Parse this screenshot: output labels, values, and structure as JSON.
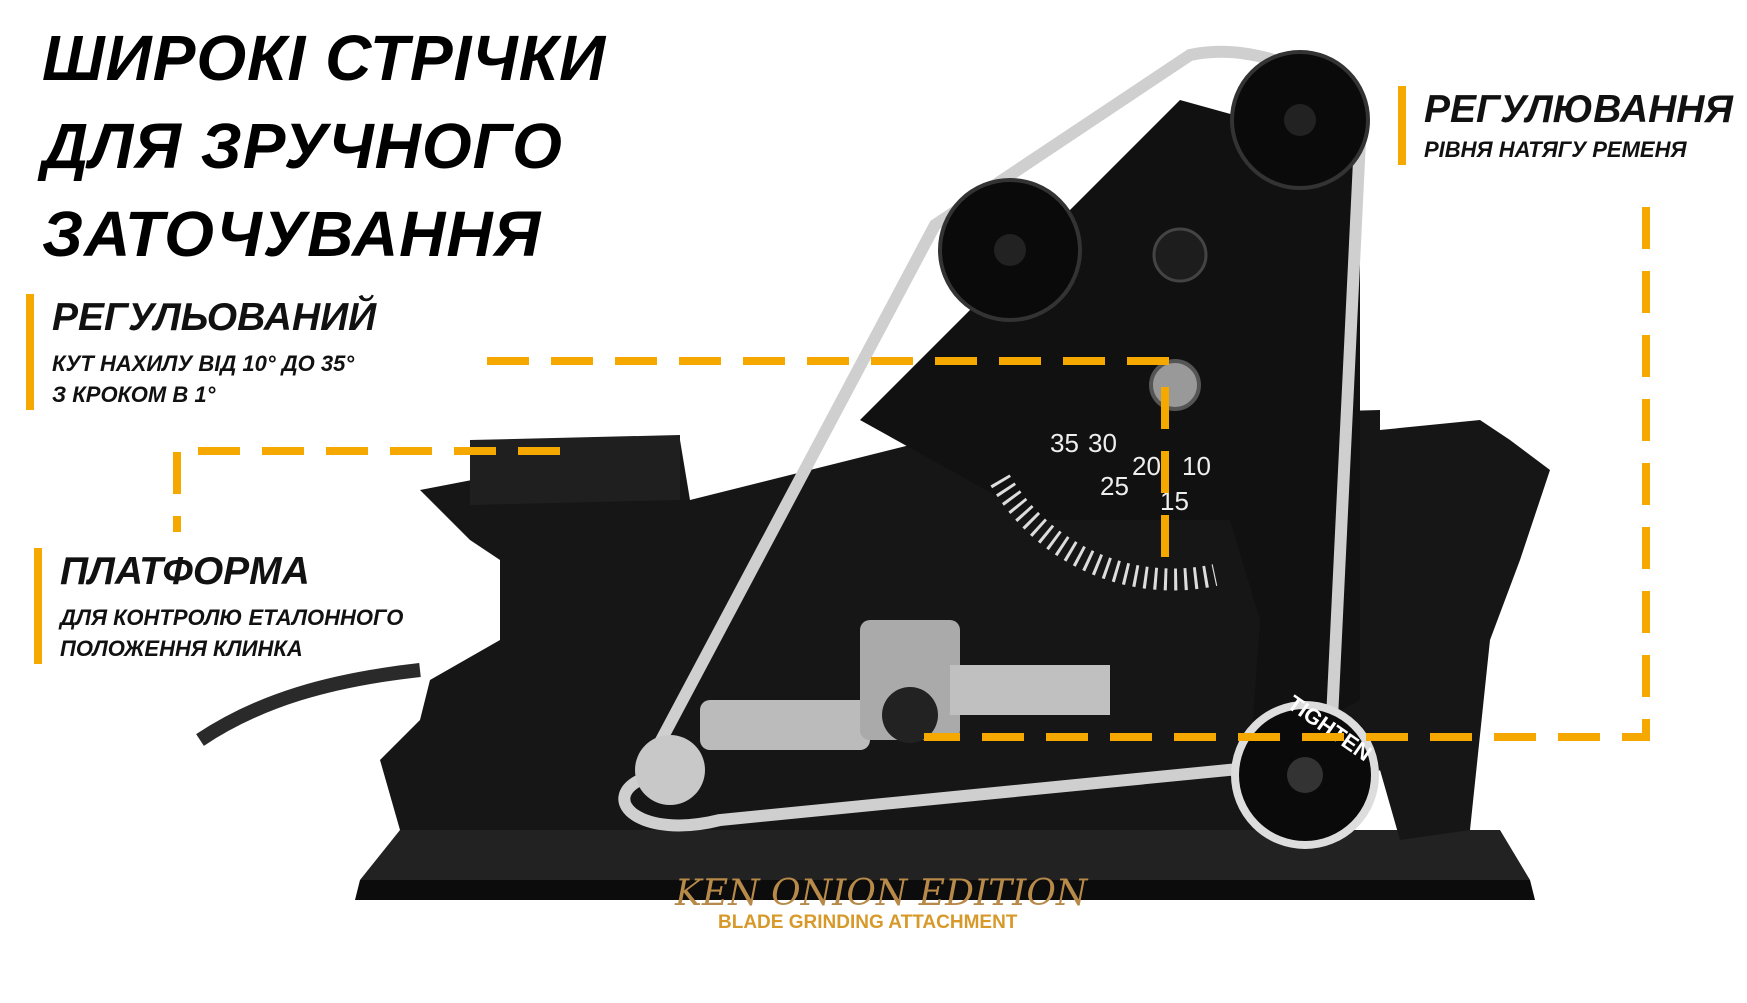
{
  "title": {
    "lines": [
      "ШИРОКІ СТРІЧКИ",
      "ДЛЯ ЗРУЧНОГО",
      "ЗАТОЧУВАННЯ"
    ]
  },
  "callouts": [
    {
      "heading": "РЕГУЛЮВАННЯ",
      "sub": [
        "РІВНЯ НАТЯГУ РЕМЕНЯ"
      ]
    },
    {
      "heading": "РЕГУЛЬОВАНИЙ",
      "sub": [
        "КУТ НАХИЛУ ВІД 10° ДО 35°",
        "З КРОКОМ В 1°"
      ]
    },
    {
      "heading": "ПЛАТФОРМА",
      "sub": [
        "ДЛЯ КОНТРОЛЮ ЕТАЛОННОГО",
        "ПОЛОЖЕННЯ КЛИНКА"
      ]
    }
  ],
  "product": {
    "logo_text": "KEN ONION EDITION",
    "logo_subtext": "BLADE GRINDING ATTACHMENT",
    "knob_text": "TIGHTEN",
    "angle_scale": [
      "35",
      "30",
      "25",
      "20",
      "15",
      "10"
    ]
  },
  "colors": {
    "accent": "#F5A800",
    "device": "#141414",
    "belt": "#c9c9c9"
  }
}
